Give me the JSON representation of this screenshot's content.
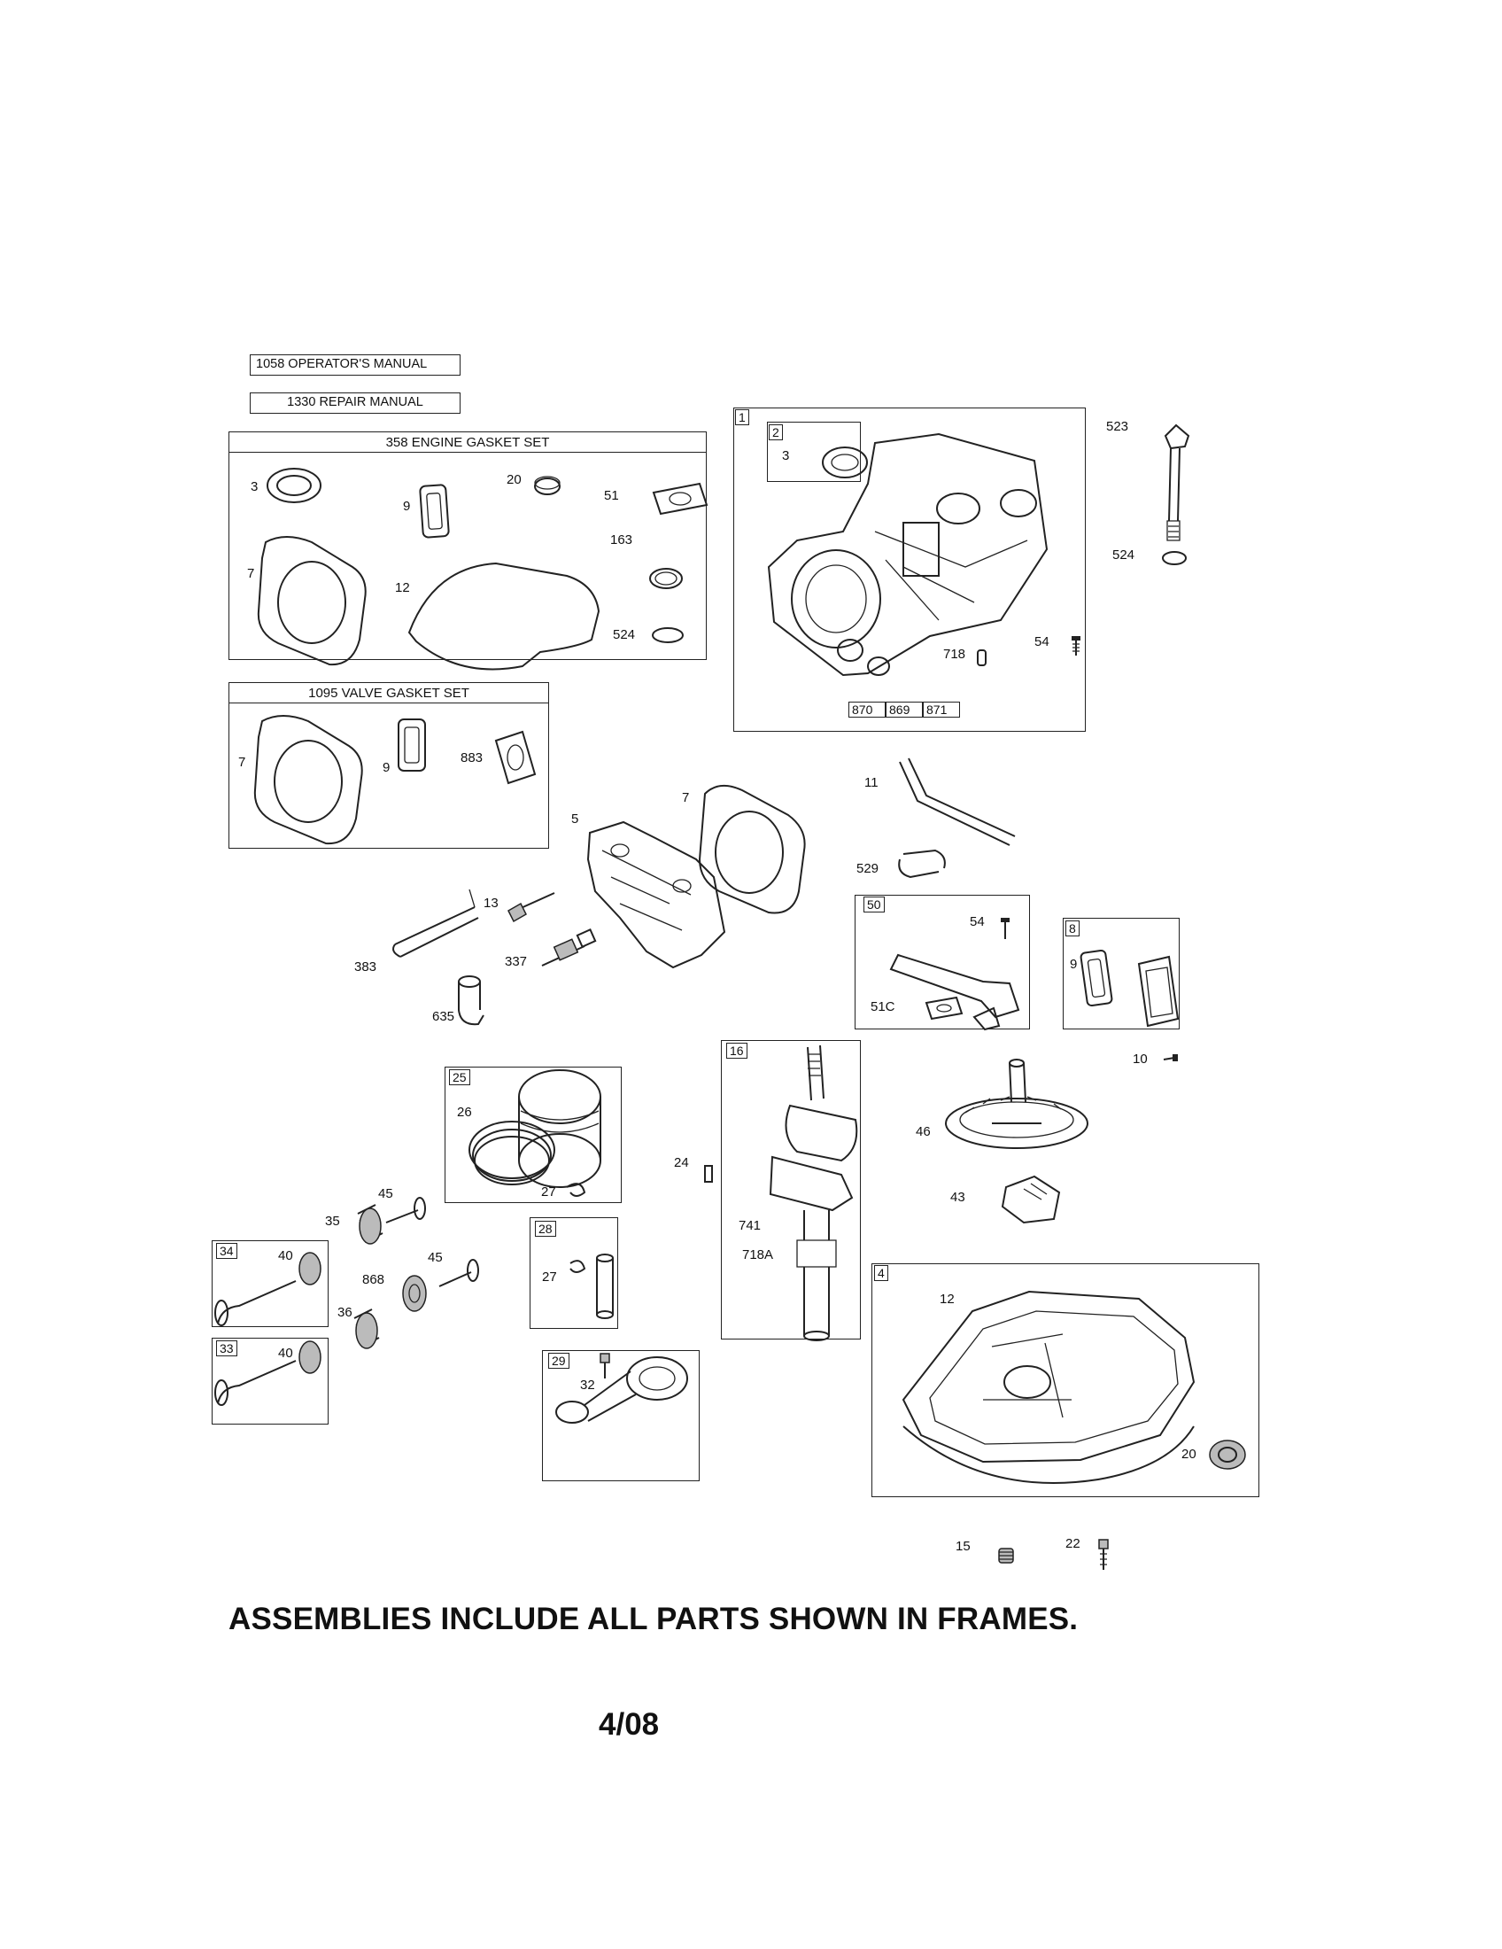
{
  "manuals": {
    "operators": "1058 OPERATOR'S MANUAL",
    "repair": "1330 REPAIR MANUAL"
  },
  "engine_gasket_set": {
    "title": "358 ENGINE GASKET SET",
    "parts": [
      "3",
      "20",
      "9",
      "51",
      "7",
      "163",
      "12",
      "524"
    ]
  },
  "valve_gasket_set": {
    "title": "1095 VALVE GASKET SET",
    "parts": [
      "7",
      "9",
      "883"
    ]
  },
  "cylinder_assembly": {
    "tag": "1",
    "sub_tag": "2",
    "sub_part": "3",
    "parts": [
      "718"
    ],
    "bottom_tags": [
      "870",
      "869",
      "871"
    ]
  },
  "dipstick": {
    "parts": [
      "523",
      "524",
      "54"
    ]
  },
  "head_area": {
    "parts": [
      "5",
      "7",
      "13",
      "383",
      "337",
      "635",
      "11",
      "529"
    ]
  },
  "breather_assembly": {
    "tag": "50",
    "parts": [
      "54",
      "51C"
    ]
  },
  "valve_cover_assembly": {
    "tag": "8",
    "parts": [
      "9"
    ],
    "outside": "10"
  },
  "piston_assembly": {
    "tag": "25",
    "parts": [
      "26",
      "27"
    ]
  },
  "pin_assembly": {
    "tag": "28",
    "parts": [
      "27"
    ]
  },
  "crankshaft_assembly": {
    "tag": "16",
    "parts": [
      "741",
      "718A"
    ],
    "outside": "24"
  },
  "cam_area": {
    "parts": [
      "46",
      "43"
    ]
  },
  "valve_train": {
    "parts": [
      "45",
      "35",
      "868",
      "45",
      "36"
    ]
  },
  "exhaust_valve_assembly": {
    "tag": "34",
    "parts": [
      "40"
    ]
  },
  "intake_valve_assembly": {
    "tag": "33",
    "parts": [
      "40"
    ]
  },
  "connecting_rod_assembly": {
    "tag": "29",
    "parts": [
      "32"
    ]
  },
  "sump_assembly": {
    "tag": "4",
    "parts": [
      "12",
      "20"
    ]
  },
  "loose_parts": [
    "15",
    "22"
  ],
  "footer": {
    "note": "ASSEMBLIES INCLUDE ALL PARTS SHOWN IN FRAMES.",
    "date": "4/08"
  }
}
